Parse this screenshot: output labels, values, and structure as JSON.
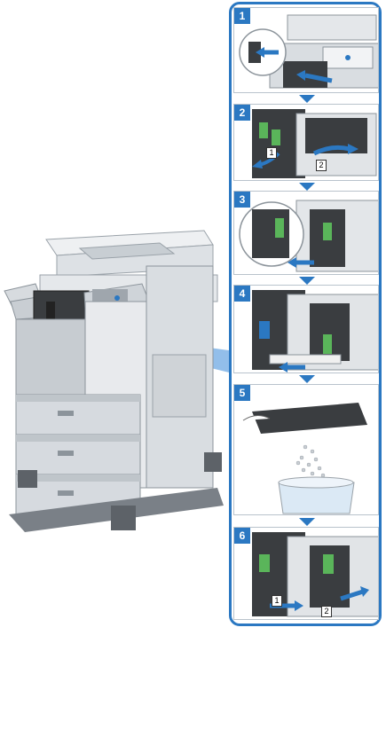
{
  "steps": [
    {
      "number": "1"
    },
    {
      "number": "2",
      "callouts": [
        "1",
        "2"
      ]
    },
    {
      "number": "3"
    },
    {
      "number": "4"
    },
    {
      "number": "5"
    },
    {
      "number": "6",
      "callouts": [
        "1",
        "2"
      ]
    }
  ],
  "colors": {
    "accent": "#2b78c2",
    "machine_light": "#e9ebed",
    "machine_dark": "#3a3d40",
    "toner_green": "#5ab55a"
  }
}
